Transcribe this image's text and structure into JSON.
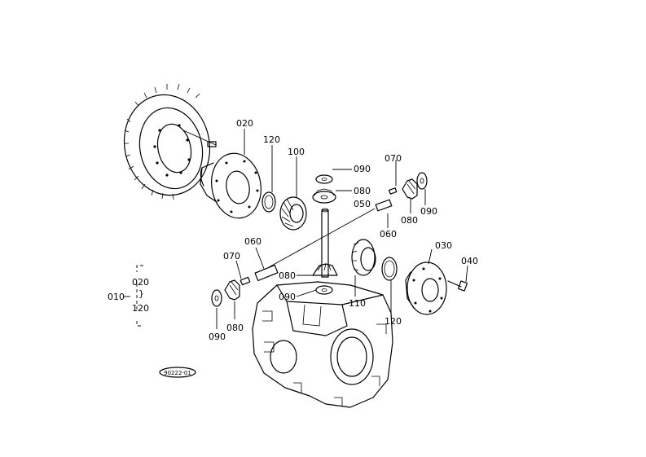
{
  "parts": {
    "p020": "020",
    "p120": "120",
    "p100": "100",
    "p090a": "090",
    "p080a": "080",
    "p050": "050",
    "p070a": "070",
    "p080b": "080",
    "p090b": "090",
    "p060a": "060",
    "p060b": "060",
    "p070b": "070",
    "p080c": "080",
    "p090c": "090",
    "p110": "110",
    "p120b": "120",
    "p030": "030",
    "p040": "040",
    "p090d": "090",
    "p080d": "080"
  },
  "group": {
    "main": "010",
    "top": "020",
    "mid": "}",
    "bottom": "120"
  },
  "figure_code": "90222-01"
}
